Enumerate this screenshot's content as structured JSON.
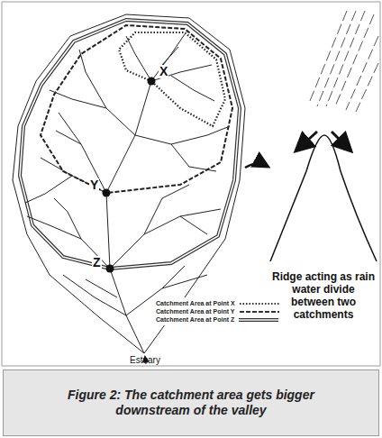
{
  "diagram": {
    "caption": "Figure 2: The catchment area gets bigger downstream of the valley",
    "labels": [
      "X",
      "Y",
      "Z",
      "Ridge acting as rain water divide between two catchments",
      "Estuary"
    ],
    "legend": [
      {
        "text": "Catchment Area at Point X"
      },
      {
        "text": "Catchment Area at Point Y"
      },
      {
        "text": "Catchment Area at Point Z"
      }
    ]
  }
}
